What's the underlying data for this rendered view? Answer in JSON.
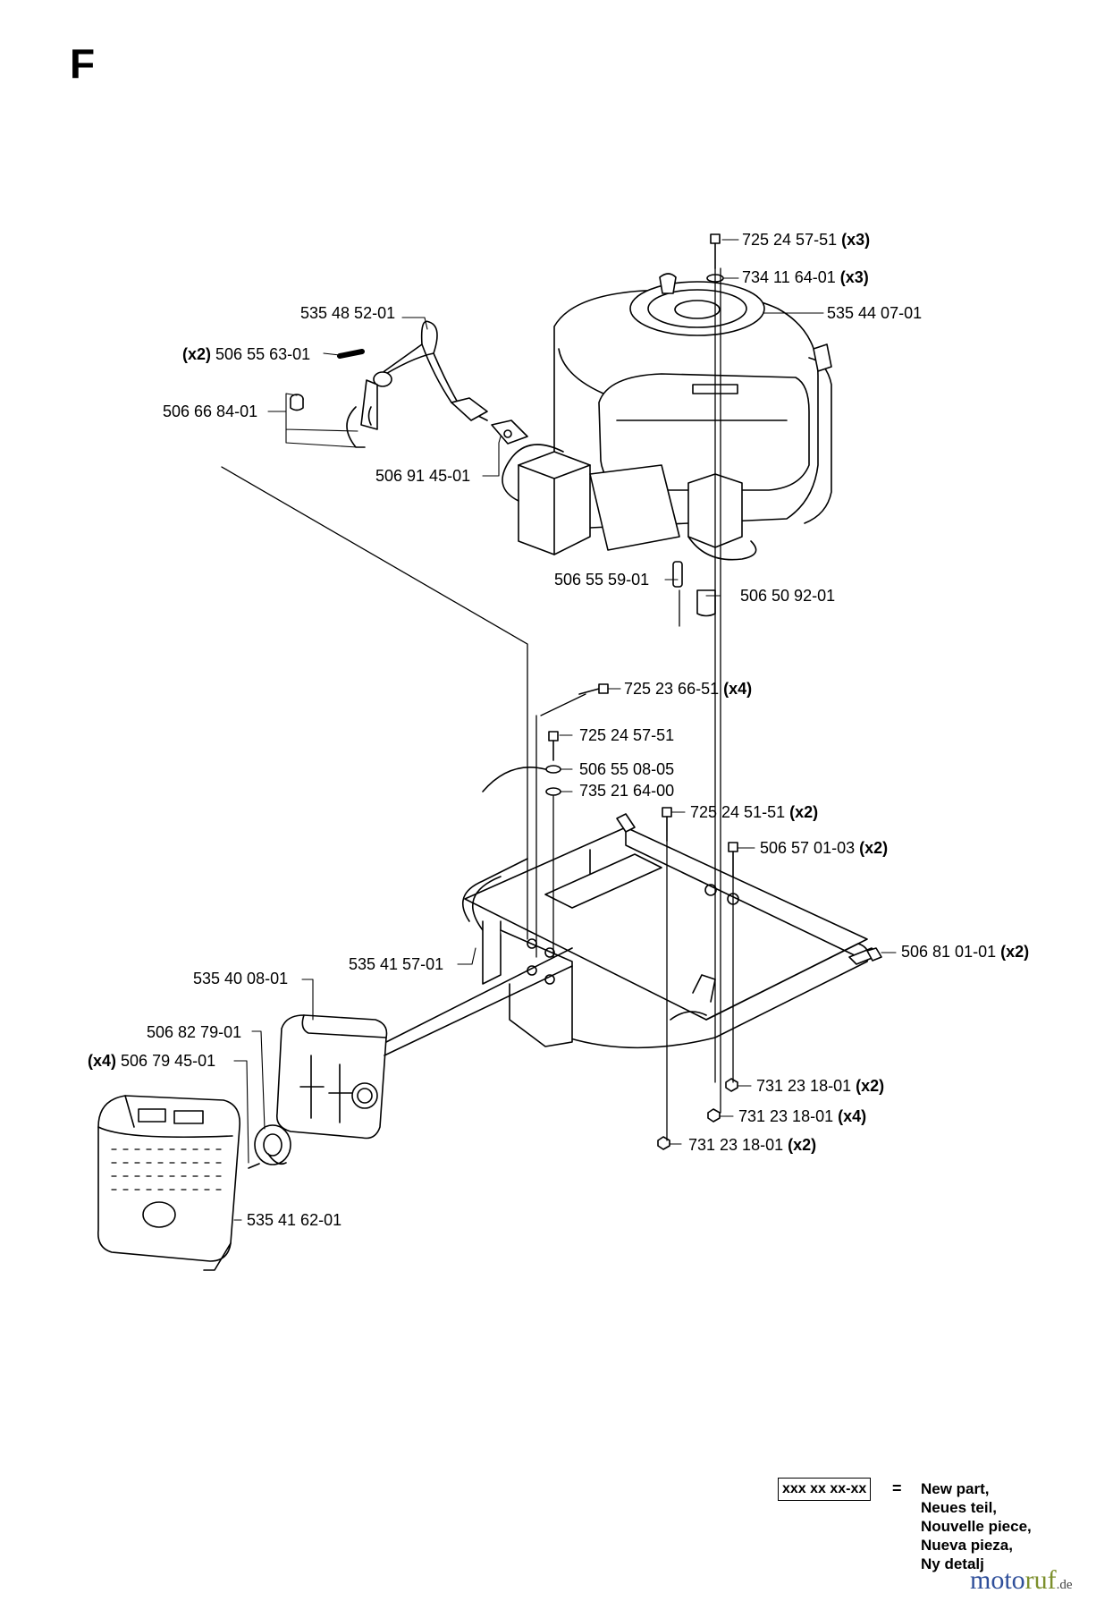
{
  "sheet": {
    "letter": "F"
  },
  "parts": [
    {
      "id": "p1",
      "num": "725 24 57-51",
      "qty": "(x3)"
    },
    {
      "id": "p2",
      "num": "734 11 64-01",
      "qty": "(x3)"
    },
    {
      "id": "p3",
      "num": "535 44 07-01",
      "qty": ""
    },
    {
      "id": "p4",
      "num": "535 48 52-01",
      "qty": ""
    },
    {
      "id": "p5",
      "num": "506 55 63-01",
      "qty": "(x2)"
    },
    {
      "id": "p6",
      "num": "506 66 84-01",
      "qty": ""
    },
    {
      "id": "p7",
      "num": "506 91 45-01",
      "qty": ""
    },
    {
      "id": "p8",
      "num": "506 55 59-01",
      "qty": ""
    },
    {
      "id": "p9",
      "num": "506 50 92-01",
      "qty": ""
    },
    {
      "id": "p10",
      "num": "725 23 66-51",
      "qty": "(x4)"
    },
    {
      "id": "p11",
      "num": "725 24 57-51",
      "qty": ""
    },
    {
      "id": "p12",
      "num": "506 55 08-05",
      "qty": ""
    },
    {
      "id": "p13",
      "num": "735 21 64-00",
      "qty": ""
    },
    {
      "id": "p14",
      "num": "725 24 51-51",
      "qty": "(x2)"
    },
    {
      "id": "p15",
      "num": "506 57 01-03",
      "qty": "(x2)"
    },
    {
      "id": "p16",
      "num": "506 81 01-01",
      "qty": "(x2)"
    },
    {
      "id": "p17",
      "num": "535 41 57-01",
      "qty": ""
    },
    {
      "id": "p18",
      "num": "535 40 08-01",
      "qty": ""
    },
    {
      "id": "p19",
      "num": "506 82 79-01",
      "qty": ""
    },
    {
      "id": "p20",
      "num": "506 79 45-01",
      "qty": "(x4)"
    },
    {
      "id": "p21",
      "num": "731 23 18-01",
      "qty": "(x2)"
    },
    {
      "id": "p22",
      "num": "731 23 18-01",
      "qty": "(x4)"
    },
    {
      "id": "p23",
      "num": "731 23 18-01",
      "qty": "(x2)"
    },
    {
      "id": "p24",
      "num": "535 41 62-01",
      "qty": ""
    }
  ],
  "legend": {
    "code": "xxx xx xx-xx",
    "equals": "=",
    "lines": [
      "New part,",
      "Neues teil,",
      "Nouvelle piece,",
      "Nueva pieza,",
      "Ny detalj"
    ]
  },
  "brand": {
    "name_a": "moto",
    "name_b": "ruf",
    "suffix": ".de"
  }
}
